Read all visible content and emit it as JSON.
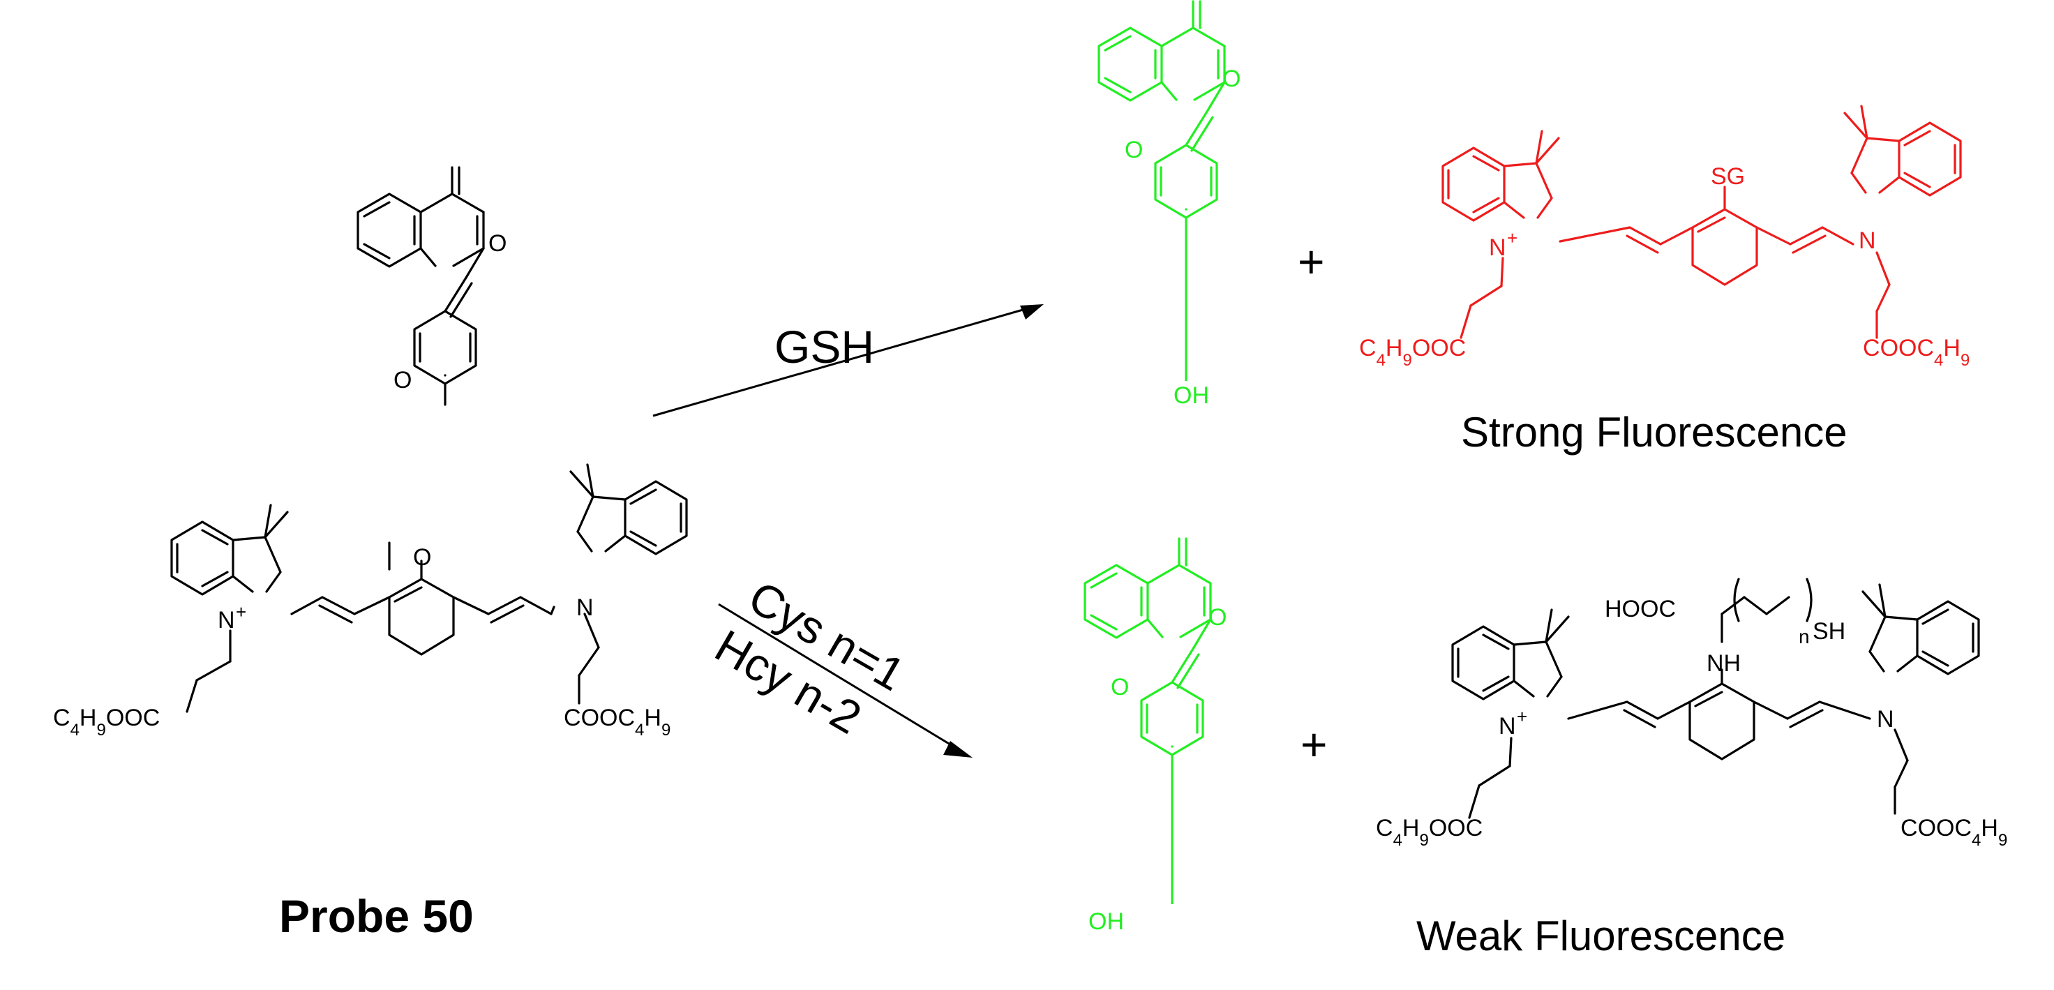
{
  "colors": {
    "black": "#000000",
    "green": "#22ee22",
    "red": "#ee1c1c"
  },
  "probe": {
    "label": "Probe 50",
    "atoms": {
      "o_ring": "O",
      "o_carbonyl": "O",
      "o_ether": "O",
      "n_left": "N",
      "plus": "+",
      "n_right": "N",
      "ester_left": "C4H9OOC",
      "ester_right": "COOC4H9"
    }
  },
  "reaction_gsh": {
    "reagent": "GSH",
    "flavone": {
      "o_ring": "O",
      "o_carbonyl": "O",
      "oh": "OH"
    },
    "dye": {
      "sg": "SG",
      "n_left": "N",
      "plus": "+",
      "n_right": "N",
      "ester_left": "C4H9OOC",
      "ester_right": "COOC4H9"
    },
    "plus_sign": "+",
    "caption": "Strong Fluorescence"
  },
  "reaction_cys": {
    "reagent_line1": "Cys n=1",
    "reagent_line2": "Hcy n-2",
    "flavone": {
      "o_ring": "O",
      "o_carbonyl": "O",
      "oh": "OH"
    },
    "dye": {
      "hooc": "HOOC",
      "sh": "SH",
      "n_sub": "n",
      "nh": "NH",
      "n_left": "N",
      "plus": "+",
      "n_right": "N",
      "ester_left": "C4H9OOC",
      "ester_right": "COOC4H9"
    },
    "plus_sign": "+",
    "caption": "Weak Fluorescence"
  }
}
